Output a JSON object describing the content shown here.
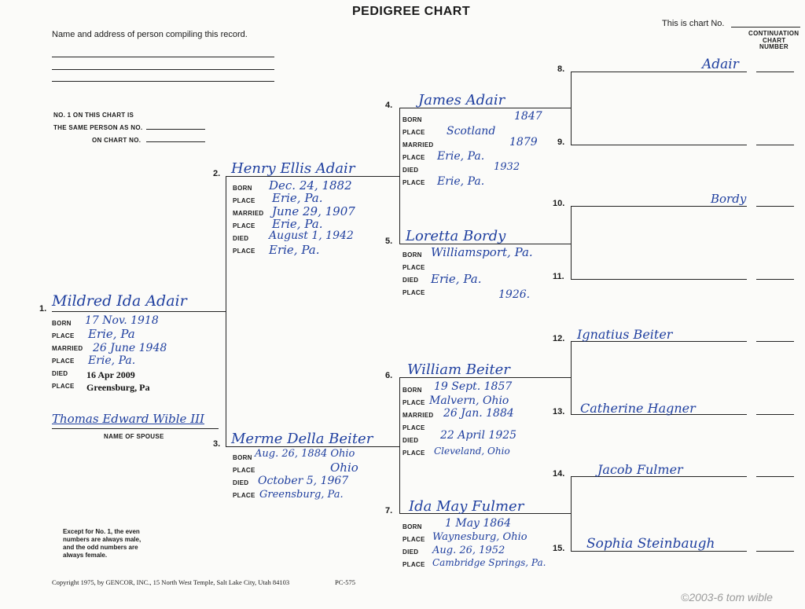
{
  "header": {
    "title": "PEDIGREE CHART",
    "compiler_label": "Name and address of person compiling this record.",
    "chart_no_label": "This is chart No.",
    "continuation_line1": "CONTINUATION",
    "continuation_line2": "CHART",
    "continuation_line3": "NUMBER"
  },
  "no1_block": {
    "line1": "NO. 1 ON THIS CHART IS",
    "line2": "THE SAME PERSON AS NO.",
    "line3": "ON CHART NO."
  },
  "labels": {
    "born": "BORN",
    "place": "PLACE",
    "married": "MARRIED",
    "died": "DIED",
    "name_of_spouse": "NAME OF SPOUSE"
  },
  "numbers": [
    "1.",
    "2.",
    "3.",
    "4.",
    "5.",
    "6.",
    "7.",
    "8.",
    "9.",
    "10.",
    "11.",
    "12.",
    "13.",
    "14.",
    "15."
  ],
  "persons": {
    "p1": {
      "name": "Mildred Ida Adair",
      "born": "17 Nov. 1918",
      "born_place": "Erie, Pa",
      "married": "26 June 1948",
      "married_place": "Erie, Pa.",
      "died": "16 Apr 2009",
      "died_place": "Greensburg, Pa"
    },
    "spouse": "Thomas Edward Wible III",
    "p2": {
      "name": "Henry Ellis Adair",
      "born": "Dec. 24, 1882",
      "born_place": "Erie, Pa.",
      "married": "June 29, 1907",
      "married_place": "Erie, Pa.",
      "died": "August 1, 1942",
      "died_place": "Erie, Pa."
    },
    "p3": {
      "name": "Merme Della Beiter",
      "born": "Aug. 26, 1884 Ohio",
      "born_place": "Ohio",
      "died": "October 5, 1967",
      "died_place": "Greensburg, Pa."
    },
    "p4": {
      "name": "James Adair",
      "born": "1847",
      "born_place": "Scotland",
      "married": "1879",
      "married_place": "Erie, Pa.",
      "died": "1932",
      "died_place": "Erie, Pa."
    },
    "p5": {
      "name": "Loretta Bordy",
      "born": "Williamsport, Pa.",
      "died": "Erie, Pa.",
      "died_place": "1926."
    },
    "p6": {
      "name": "William Beiter",
      "born": "19 Sept. 1857",
      "born_place": "Malvern, Ohio",
      "married": "26 Jan. 1884",
      "died": "22 April 1925",
      "died_place": "Cleveland, Ohio"
    },
    "p7": {
      "name": "Ida May Fulmer",
      "born": "1 May 1864",
      "born_place": "Waynesburg, Ohio",
      "died": "Aug. 26, 1952",
      "died_place": "Cambridge Springs, Pa."
    },
    "p8": "Adair",
    "p10": "Bordy",
    "p12": "Ignatius Beiter",
    "p13": "Catherine Hagner",
    "p14": "Jacob Fulmer",
    "p15": "Sophia Steinbaugh"
  },
  "footer": {
    "note": "Except for No. 1, the even numbers are always male, and the odd numbers are always female.",
    "copyright": "Copyright 1975, by GENCOR, INC., 15 North West Temple, Salt Lake City, Utah 84103",
    "form_code": "PC-575",
    "watermark": "©2003-6 tom wible"
  }
}
